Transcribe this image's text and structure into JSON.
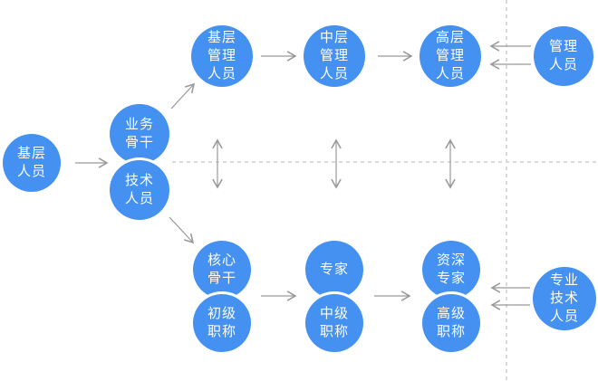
{
  "diagram": {
    "type": "career-path-flowchart"
  },
  "colors": {
    "node_fill": "#4491F1",
    "node_text": "#ffffff",
    "arrow": "#999999",
    "dotted_line": "#d9d9d9"
  },
  "nodes": {
    "entry_staff": {
      "lines": [
        "基层",
        "人员"
      ]
    },
    "business_backbone": {
      "lines": [
        "业务",
        "骨干"
      ]
    },
    "technical_staff": {
      "lines": [
        "技术",
        "人员"
      ]
    },
    "junior_manager": {
      "lines": [
        "基层",
        "管理",
        "人员"
      ]
    },
    "middle_manager": {
      "lines": [
        "中层",
        "管理",
        "人员"
      ]
    },
    "senior_manager": {
      "lines": [
        "高层",
        "管理",
        "人员"
      ]
    },
    "management_staff": {
      "lines": [
        "管理",
        "人员"
      ]
    },
    "core_backbone": {
      "lines": [
        "核心",
        "骨干"
      ]
    },
    "junior_title": {
      "lines": [
        "初级",
        "职称"
      ]
    },
    "expert": {
      "lines": [
        "专家"
      ]
    },
    "intermediate_title": {
      "lines": [
        "中级",
        "职称"
      ]
    },
    "senior_expert": {
      "lines": [
        "资深",
        "专家"
      ]
    },
    "senior_title": {
      "lines": [
        "高级",
        "职称"
      ]
    },
    "professional_technical_staff": {
      "lines": [
        "专业",
        "技术",
        "人员"
      ]
    }
  }
}
